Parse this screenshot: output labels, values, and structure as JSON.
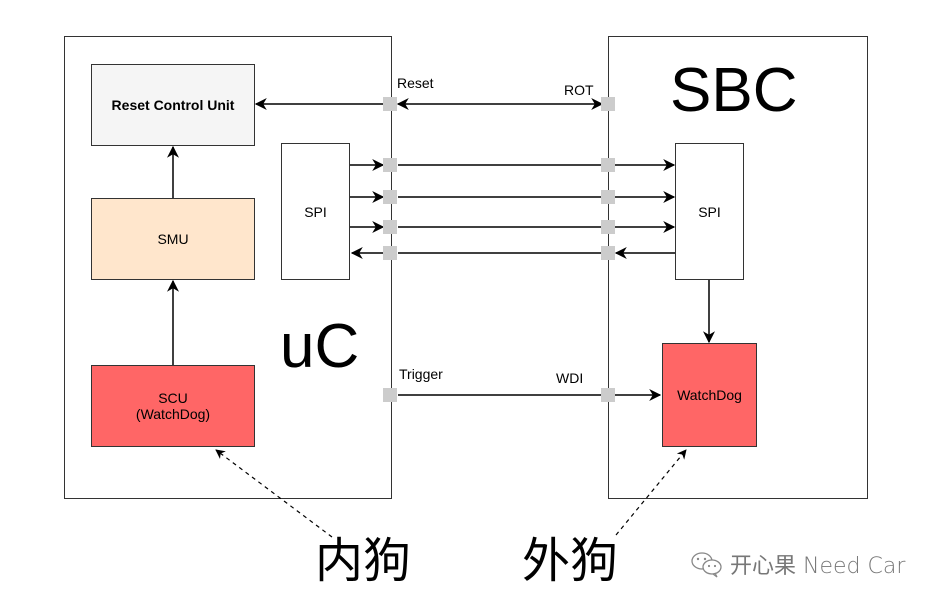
{
  "uc": {
    "title": "uC",
    "reset_control_unit": "Reset Control Unit",
    "smu": "SMU",
    "spi": "SPI",
    "scu_line1": "SCU",
    "scu_line2": "(WatchDog)"
  },
  "sbc": {
    "title": "SBC",
    "spi": "SPI",
    "watchdog": "WatchDog"
  },
  "signals": {
    "reset": "Reset",
    "rot": "ROT",
    "trigger": "Trigger",
    "wdi": "WDI"
  },
  "annotations": {
    "internal_watchdog": "内狗",
    "external_watchdog": "外狗"
  },
  "watermark": {
    "text": "开心果 Need Car",
    "icon": "wechat-icon"
  },
  "colors": {
    "reset_control_unit_fill": "#f5f5f5",
    "smu_fill": "#ffe6cc",
    "watchdog_fill": "#ff6666",
    "port_fill": "#cccccc"
  }
}
